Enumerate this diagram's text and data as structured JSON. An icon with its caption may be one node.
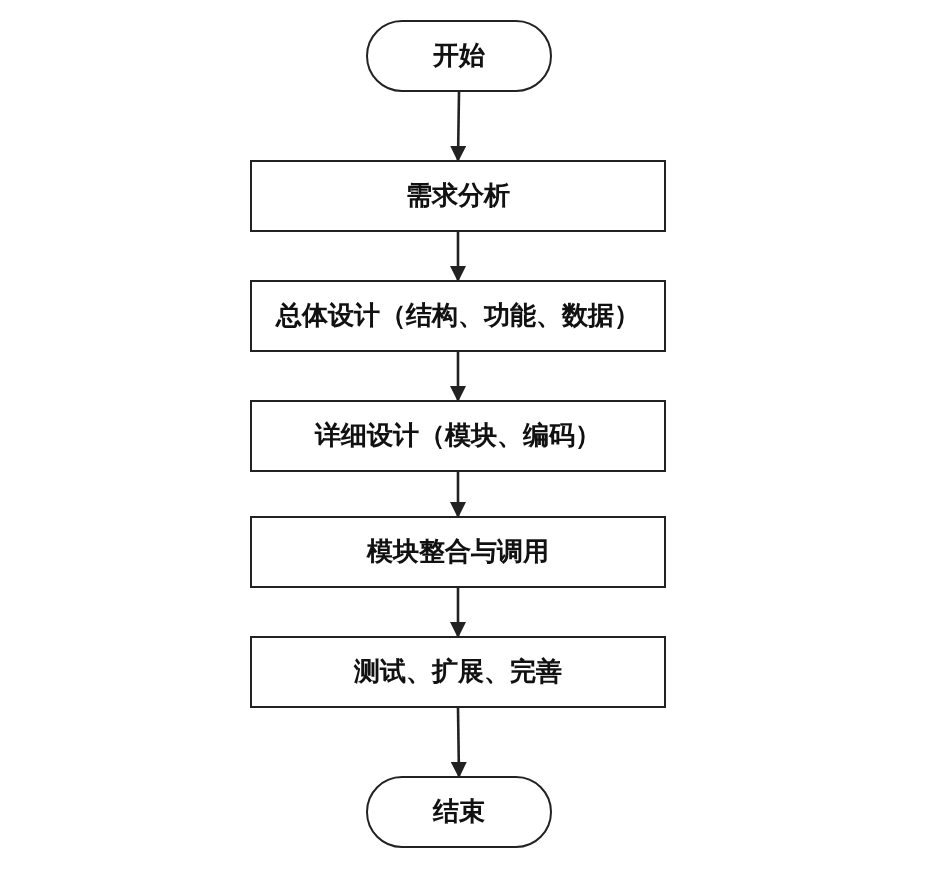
{
  "diagram": {
    "nodes": [
      {
        "text": [
          "开始"
        ]
      },
      {
        "text": [
          "需求分析"
        ]
      },
      {
        "text": [
          "总体设计（结构、功能、数据）"
        ]
      },
      {
        "text": [
          "详细设计（模块、编码）"
        ]
      },
      {
        "text": [
          "模块整合与调用"
        ]
      },
      {
        "text": [
          "测试、扩展、完善"
        ]
      },
      {
        "text": [
          "结束"
        ]
      }
    ],
    "edges": [
      {
        "from": 0,
        "to": 1,
        "arrow": "to"
      },
      {
        "from": 1,
        "to": 2,
        "arrow": "to"
      },
      {
        "from": 2,
        "to": 3,
        "arrow": "to"
      },
      {
        "from": 3,
        "to": 4,
        "arrow": "to"
      },
      {
        "from": 4,
        "to": 5,
        "arrow": "to"
      },
      {
        "from": 5,
        "to": 6,
        "arrow": "to"
      }
    ]
  }
}
